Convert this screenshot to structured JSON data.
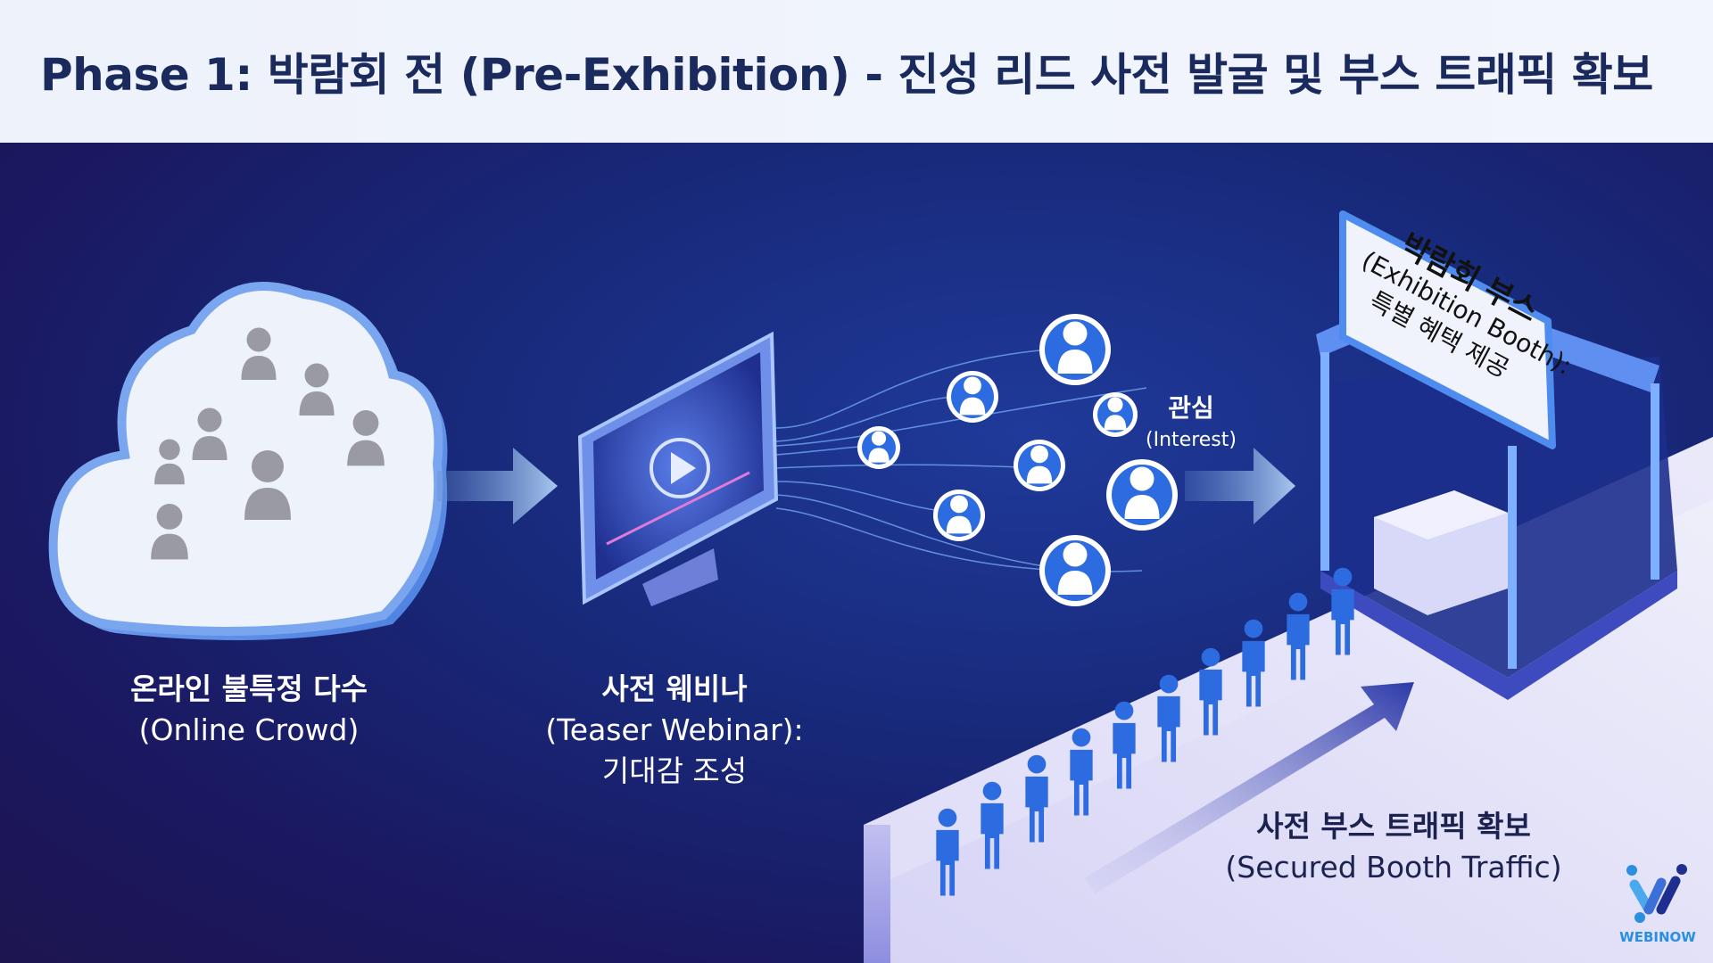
{
  "header": {
    "title": "Phase 1: 박람회 전 (Pre-Exhibition) - 진성 리드 사전 발굴 및 부스 트래픽 확보"
  },
  "steps": [
    {
      "title": "온라인 불특정 다수",
      "subtitle": "(Online Crowd)"
    },
    {
      "title": "사전 웨비나",
      "subtitle": "(Teaser Webinar):",
      "note": "기대감 조성"
    },
    {
      "title": "관심",
      "subtitle": "(Interest)"
    },
    {
      "title": "사전 부스 트래픽 확보",
      "subtitle": "(Secured Booth Traffic)"
    }
  ],
  "booth_sign": {
    "line1": "박람회 부스",
    "line2": "(Exhibition Booth):",
    "line3": "특별 혜택 제공"
  },
  "logo": {
    "text": "WEBINOW"
  },
  "colors": {
    "accent": "#3a7be0",
    "title": "#1b2a5c",
    "background": "#18297a"
  }
}
